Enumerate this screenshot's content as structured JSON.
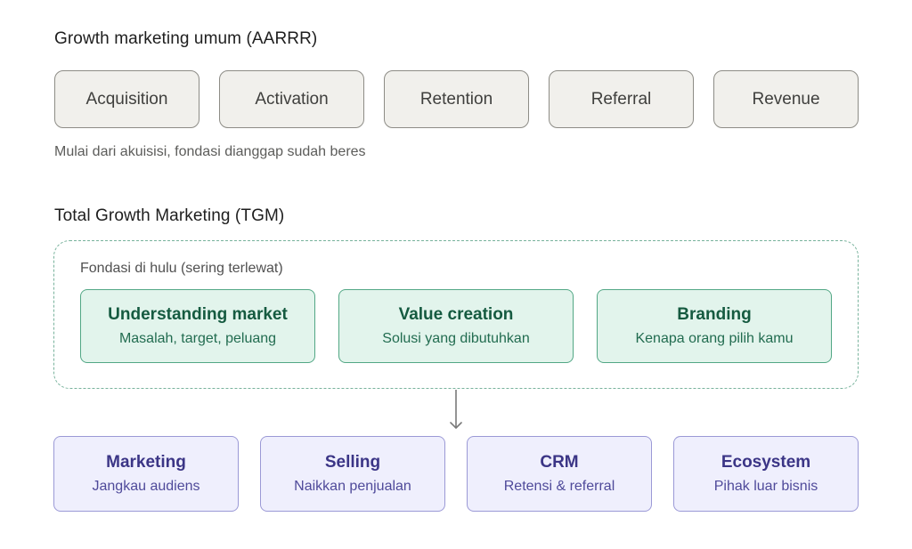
{
  "sections": {
    "aarrr_title": "Growth marketing umum (AARRR)",
    "tgm_title": "Total Growth Marketing (TGM)"
  },
  "aarrr": {
    "stages": [
      "Acquisition",
      "Activation",
      "Retention",
      "Referral",
      "Revenue"
    ],
    "note": "Mulai dari akuisisi, fondasi dianggap sudah beres"
  },
  "foundation": {
    "caption": "Fondasi di hulu (sering terlewat)",
    "items": [
      {
        "title": "Understanding market",
        "subtitle": "Masalah, target, peluang"
      },
      {
        "title": "Value creation",
        "subtitle": "Solusi yang dibutuhkan"
      },
      {
        "title": "Branding",
        "subtitle": "Kenapa orang pilih kamu"
      }
    ]
  },
  "operations": {
    "items": [
      {
        "title": "Marketing",
        "subtitle": "Jangkau audiens"
      },
      {
        "title": "Selling",
        "subtitle": "Naikkan penjualan"
      },
      {
        "title": "CRM",
        "subtitle": "Retensi & referral"
      },
      {
        "title": "Ecosystem",
        "subtitle": "Pihak luar bisnis"
      }
    ]
  },
  "colors": {
    "aarrr_fill": "#f1f0ec",
    "aarrr_border": "#8d8c86",
    "foundation_fill": "#e2f4ec",
    "foundation_border": "#52a785",
    "foundation_title": "#155a40",
    "operations_fill": "#efeffd",
    "operations_border": "#9b99d6",
    "operations_title": "#3b3586",
    "arrow": "#7a7a7a"
  }
}
